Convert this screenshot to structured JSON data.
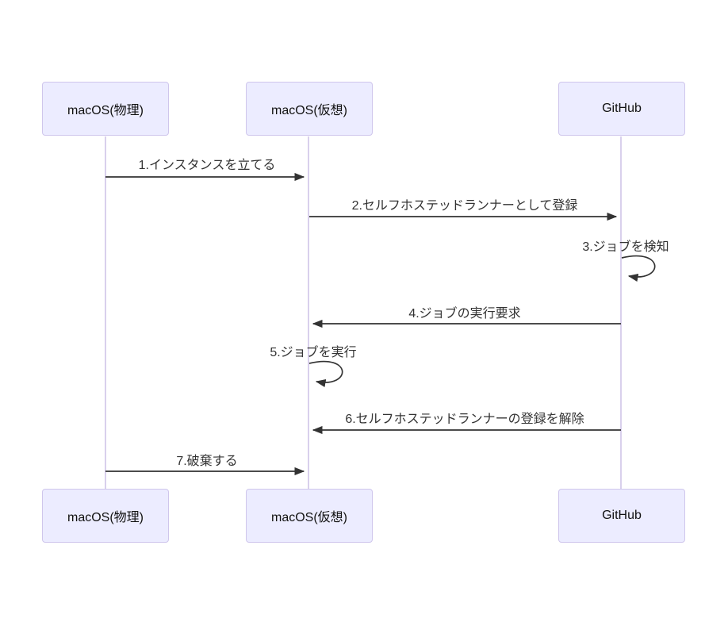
{
  "diagram": {
    "type": "sequence-diagram",
    "actors": [
      {
        "id": "macos-physical",
        "label": "macOS(物理)"
      },
      {
        "id": "macos-virtual",
        "label": "macOS(仮想)"
      },
      {
        "id": "github",
        "label": "GitHub"
      }
    ],
    "messages": [
      {
        "order": 1,
        "from": "macOS(物理)",
        "to": "macOS(仮想)",
        "kind": "solid-arrow",
        "label": "1.インスタンスを立てる"
      },
      {
        "order": 2,
        "from": "macOS(仮想)",
        "to": "GitHub",
        "kind": "solid-arrow",
        "label": "2.セルフホステッドランナーとして登録"
      },
      {
        "order": 3,
        "from": "GitHub",
        "to": "GitHub",
        "kind": "self-loop",
        "label": "3.ジョブを検知"
      },
      {
        "order": 4,
        "from": "GitHub",
        "to": "macOS(仮想)",
        "kind": "solid-arrow",
        "label": "4.ジョブの実行要求"
      },
      {
        "order": 5,
        "from": "macOS(仮想)",
        "to": "macOS(仮想)",
        "kind": "self-loop",
        "label": "5.ジョブを実行"
      },
      {
        "order": 6,
        "from": "GitHub",
        "to": "macOS(仮想)",
        "kind": "solid-arrow",
        "label": "6.セルフホステッドランナーの登録を解除"
      },
      {
        "order": 7,
        "from": "macOS(物理)",
        "to": "macOS(仮想)",
        "kind": "solid-arrow",
        "label": "7.破棄する"
      }
    ],
    "colors": {
      "background": "#FFFFFF",
      "actor_fill": "#ECECFF",
      "actor_border": "#CFC6EC",
      "lifeline": "#D9D0EC",
      "arrow": "#333333",
      "text": "#333333"
    }
  }
}
